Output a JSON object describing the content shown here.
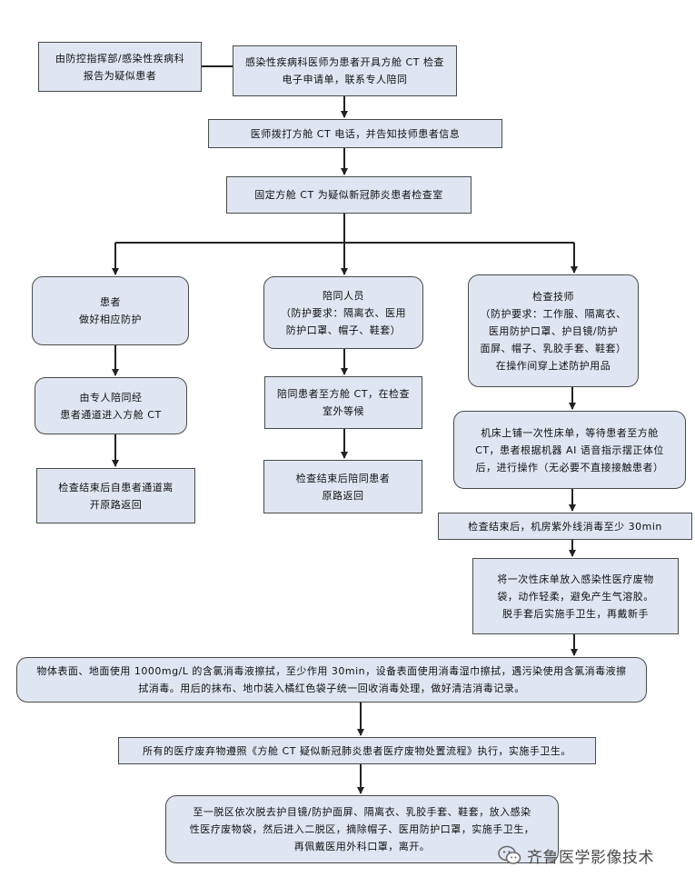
{
  "nodes": {
    "n01": "由防控指挥部/感染性疾病科\n报告为疑似患者",
    "n02": "感染性疾病科医师为患者开具方舱 CT 检查\n电子申请单，联系专人陪同",
    "n03": "医师拨打方舱 CT 电话，并告知技师患者信息",
    "n04": "固定方舱 CT 为疑似新冠肺炎患者检查室",
    "n05": "患者\n做好相应防护",
    "n06": "陪同人员\n（防护要求：隔离衣、医用\n防护口罩、帽子、鞋套）",
    "n07": "检查技师\n（防护要求：工作服、隔离衣、\n医用防护口罩、护目镜/防护\n面屏、帽子、乳胶手套、鞋套）\n在操作间穿上述防护用品",
    "n08": "由专人陪同经\n患者通道进入方舱 CT",
    "n09": "陪同患者至方舱 CT，在检查\n室外等候",
    "n10": "机床上铺一次性床单，等待患者至方舱\nCT，患者根据机器 AI 语音指示摆正体位\n后，进行操作（无必要不直接接触患者）",
    "n11": "检查结束后自患者通道离\n开原路返回",
    "n12": "检查结束后陪同患者\n原路返回",
    "n13": "检查结束后，机房紫外线消毒至少 30min",
    "n14": "将一次性床单放入感染性医疗废物\n袋，动作轻柔，避免产生气溶胶。\n脱手套后实施手卫生，再戴新手",
    "n15": "物体表面、地面使用 1000mg/L 的含氯消毒液擦拭，至少作用 30min，设备表面使用消毒湿巾擦拭，遇污染使用含氯消毒液擦\n拭消毒。用后的抹布、地巾装入橘红色袋子统一回收消毒处理，做好清洁消毒记录。",
    "n16": "所有的医疗废弃物遵照《方舱 CT 疑似新冠肺炎患者医疗废物处置流程》执行，实施手卫生。",
    "n17": "至一脱区依次脱去护目镜/防护面屏、隔离衣、乳胶手套、鞋套，放入感染\n性医疗废物袋，然后进入二脱区，摘除帽子、医用防护口罩，实施手卫生，\n再佩戴医用外科口罩，离开。"
  },
  "watermark": {
    "text": "齐鲁医学影像技术",
    "icon": "wechat-icon"
  },
  "colors": {
    "box_fill": "#dfe6f1",
    "border": "#4a4a4a",
    "line": "#222222"
  }
}
